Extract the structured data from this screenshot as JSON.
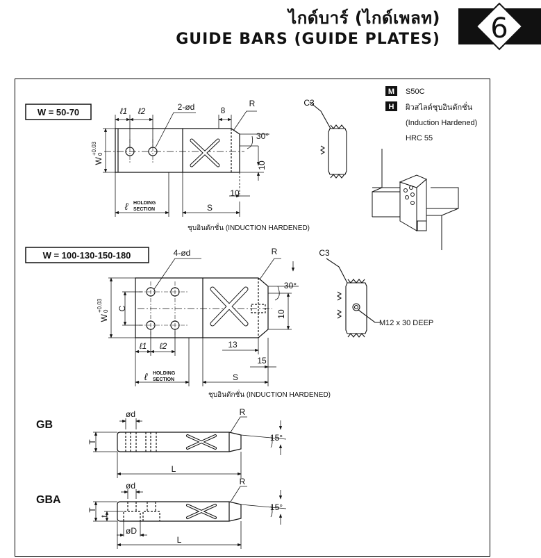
{
  "header": {
    "title_thai": "ไกด์บาร์ (ไกด์เพลท)",
    "title_en": "GUIDE BARS (GUIDE PLATES)",
    "chapter": "6"
  },
  "legend": {
    "m_code": "M",
    "m_value": "S50C",
    "h_code": "H",
    "h_value": "ผิวสไลด์ชุบอินดักชั่น",
    "h_note": "(Induction Hardened)",
    "hardness": "HRC 55"
  },
  "fig1": {
    "label": "W = 50-70",
    "l1": "ℓ1",
    "l2": "ℓ2",
    "holes": "2-ød",
    "dim8": "8",
    "radius": "R",
    "angle": "30°",
    "dim10_v": "10",
    "dim10_h": "10",
    "width": "W",
    "width_tol": "+0.03",
    "width_tol_low": "0",
    "length_sym": "ℓ",
    "holding1": "HOLDING",
    "holding2": "SECTION",
    "s": "S",
    "note": "ชุบอินดักชั่น (INDUCTION HARDENED)",
    "chamfer": "C3"
  },
  "fig2": {
    "label": "W = 100-130-150-180",
    "holes": "4-ød",
    "radius": "R",
    "angle": "30°",
    "dim10": "10",
    "c": "C",
    "width": "W",
    "width_tol": "+0.03",
    "width_tol_low": "0",
    "l1": "ℓ1",
    "l2": "ℓ2",
    "dim13": "13",
    "dim15": "15",
    "length_sym": "ℓ",
    "holding1": "HOLDING",
    "holding2": "SECTION",
    "s": "S",
    "note": "ชุบอินดักชั่น (INDUCTION HARDENED)",
    "chamfer": "C3",
    "tap": "M12 x 30 DEEP"
  },
  "gb": {
    "label": "GB",
    "hole": "ød",
    "radius": "R",
    "t": "T",
    "angle": "15°",
    "l": "L"
  },
  "gba": {
    "label": "GBA",
    "hole": "ød",
    "radius": "R",
    "t_big": "T",
    "t_small": "t",
    "angle": "15°",
    "cbore": "øD",
    "l": "L"
  }
}
